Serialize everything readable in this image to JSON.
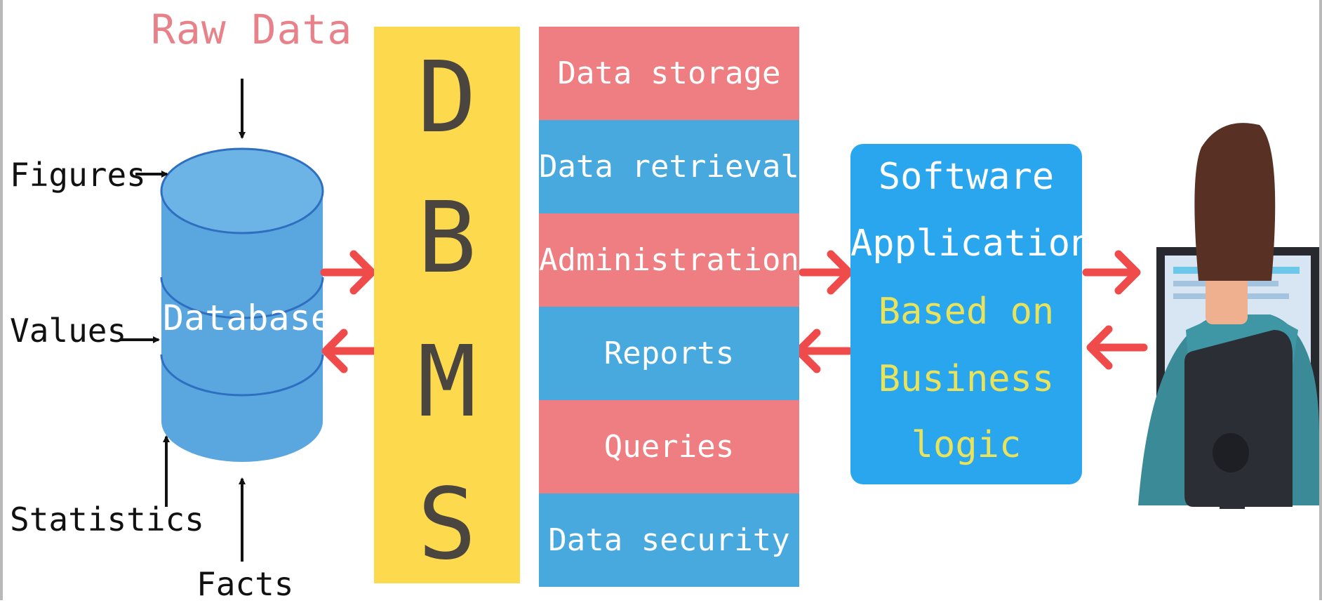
{
  "raw_data_title": "Raw Data",
  "inputs": {
    "figures": "Figures",
    "values": "Values",
    "statistics": "Statistics",
    "facts": "Facts"
  },
  "database_label": "Database",
  "dbms_letters": [
    "D",
    "B",
    "M",
    "S"
  ],
  "functions": [
    {
      "label": "Data storage",
      "color": "#ef7e82"
    },
    {
      "label": "Data retrieval",
      "color": "#47a9de"
    },
    {
      "label": "Administration",
      "color": "#ef7e82"
    },
    {
      "label": "Reports",
      "color": "#47a9de"
    },
    {
      "label": "Queries",
      "color": "#ef7e82"
    },
    {
      "label": "Data security",
      "color": "#47a9de"
    }
  ],
  "application": {
    "line1": "Software",
    "line2": "Application",
    "line3": "Based on",
    "line4": "Business",
    "line5": "logic"
  },
  "colors": {
    "dbms_yellow": "#fdd94e",
    "pink": "#ef7e82",
    "blue": "#47a9de",
    "app_blue": "#2aa6ef",
    "arrow_red": "#ef4b4b"
  },
  "icons": {
    "database": "database-cylinder-icon",
    "user": "user-at-computer-icon"
  }
}
